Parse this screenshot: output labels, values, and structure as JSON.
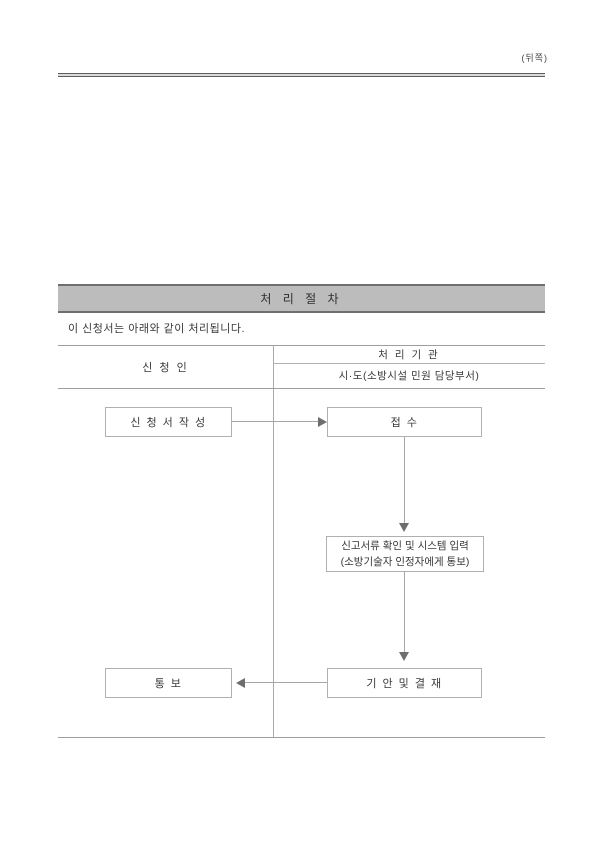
{
  "page": {
    "back_note": "(뒤쪽)"
  },
  "procedure_section": {
    "title": "처 리 절 차",
    "intro": "이 신청서는 아래와 같이 처리됩니다.",
    "columns": {
      "applicant_header": "신 청 인",
      "agency_header": "처 리 기 관",
      "agency_subheader": "시·도(소방시설 민원 담당부서)"
    },
    "flow": {
      "write_application": "신 청 서  작 성",
      "receipt": "접  수",
      "review_line1": "신고서류 확인 및 시스템 입력",
      "review_line2": "(소방기술자 인정자에게 통보)",
      "draft_approval": "기 안  및  결 재",
      "notification": "통  보"
    }
  },
  "colors": {
    "title_bar_fill": "#bcbcbc",
    "title_bar_border": "#6e6e6e",
    "table_line": "#9e9e9e",
    "box_border": "#b0b0b0",
    "connector_line": "#a5a5a5",
    "arrowhead": "#6e6e6e",
    "text": "#3a3a3a"
  }
}
